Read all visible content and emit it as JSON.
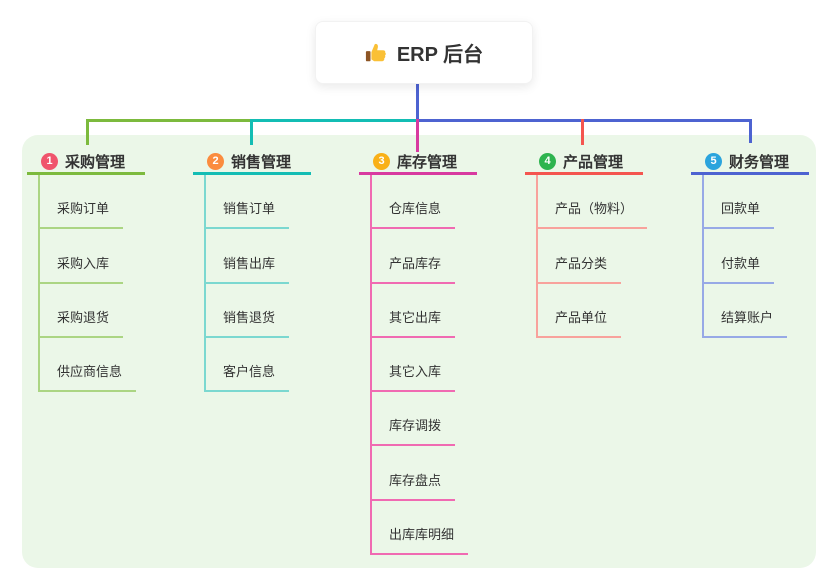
{
  "root": {
    "title": "ERP 后台",
    "icon": "thumbs-up-icon"
  },
  "branches": [
    {
      "number": "1",
      "label": "采购管理",
      "badge_color": "#f0556c",
      "line_color": "#7cba3d",
      "light_line_color": "#abd583",
      "children": [
        "采购订单",
        "采购入库",
        "采购退货",
        "供应商信息"
      ]
    },
    {
      "number": "2",
      "label": "销售管理",
      "badge_color": "#fb8c3e",
      "line_color": "#13bdb4",
      "light_line_color": "#7bd8d0",
      "children": [
        "销售订单",
        "销售出库",
        "销售退货",
        "客户信息"
      ]
    },
    {
      "number": "3",
      "label": "库存管理",
      "badge_color": "#f9b017",
      "line_color": "#d83aa0",
      "light_line_color": "#f06ab2",
      "children": [
        "仓库信息",
        "产品库存",
        "其它出库",
        "其它入库",
        "库存调拨",
        "库存盘点",
        "出库库明细"
      ]
    },
    {
      "number": "4",
      "label": "产品管理",
      "badge_color": "#2eb44f",
      "line_color": "#f4554f",
      "light_line_color": "#f8a29c",
      "children": [
        "产品（物料）",
        "产品分类",
        "产品单位"
      ]
    },
    {
      "number": "5",
      "label": "财务管理",
      "badge_color": "#2ba4dd",
      "line_color": "#4d63d1",
      "light_line_color": "#97a9e6",
      "children": [
        "回款单",
        "付款单",
        "结算账户"
      ]
    }
  ],
  "colors": {
    "panel_background": "#ebf7e8",
    "root_connector": "#4d63d1",
    "text": "#333333",
    "node_background": "#ffffff"
  }
}
